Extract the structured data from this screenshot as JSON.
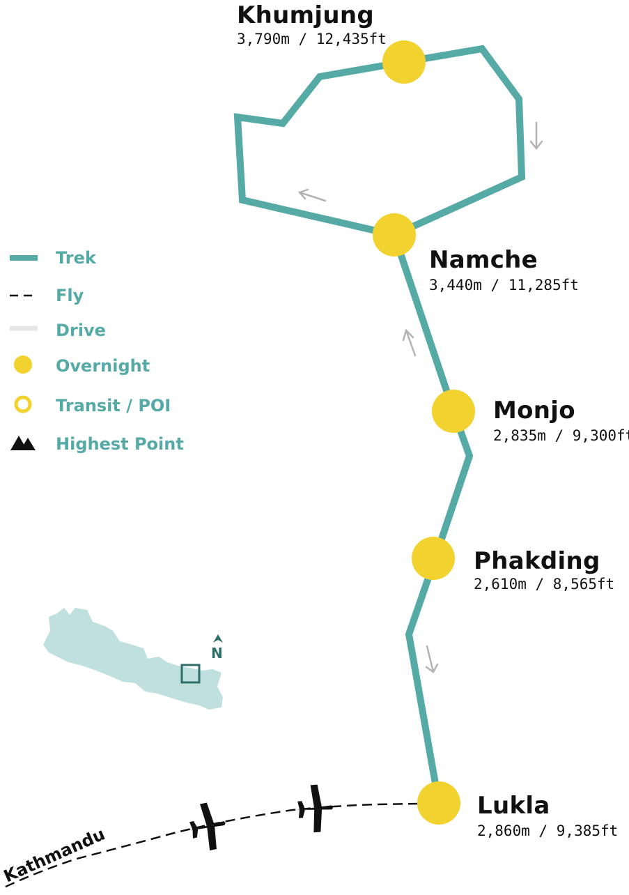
{
  "colors": {
    "trek": "#55aaa6",
    "overnight": "#f2d22e",
    "label": "#111111",
    "legend_text": "#55aaa6",
    "drive": "#e6e6e6",
    "country_fill": "#bfe0df",
    "locator_box": "#2e6f69",
    "arrow": "#b3b3b3"
  },
  "icons": {
    "overnight": "yellow-dot-icon",
    "transit": "yellow-ring-icon",
    "highest_point": "mountain-peaks-icon",
    "airplane": "airplane-icon",
    "north": "north-arrow-icon",
    "direction": "direction-arrow-icon"
  },
  "places": [
    {
      "name": "Khumjung",
      "elevation": "3,790m / 12,435ft",
      "type": "Overnight"
    },
    {
      "name": "Namche",
      "elevation": "3,440m / 11,285ft",
      "type": "Overnight"
    },
    {
      "name": "Monjo",
      "elevation": "2,835m / 9,300ft",
      "type": "Overnight"
    },
    {
      "name": "Phakding",
      "elevation": "2,610m / 8,565ft",
      "type": "Overnight"
    },
    {
      "name": "Lukla",
      "elevation": "2,860m / 9,385ft",
      "type": "Overnight"
    }
  ],
  "legend": {
    "trek": "Trek",
    "fly": "Fly",
    "drive": "Drive",
    "overnight": "Overnight",
    "transit": "Transit / POI",
    "highest": "Highest Point"
  },
  "origin_label": "Kathmandu",
  "north_label": "N"
}
